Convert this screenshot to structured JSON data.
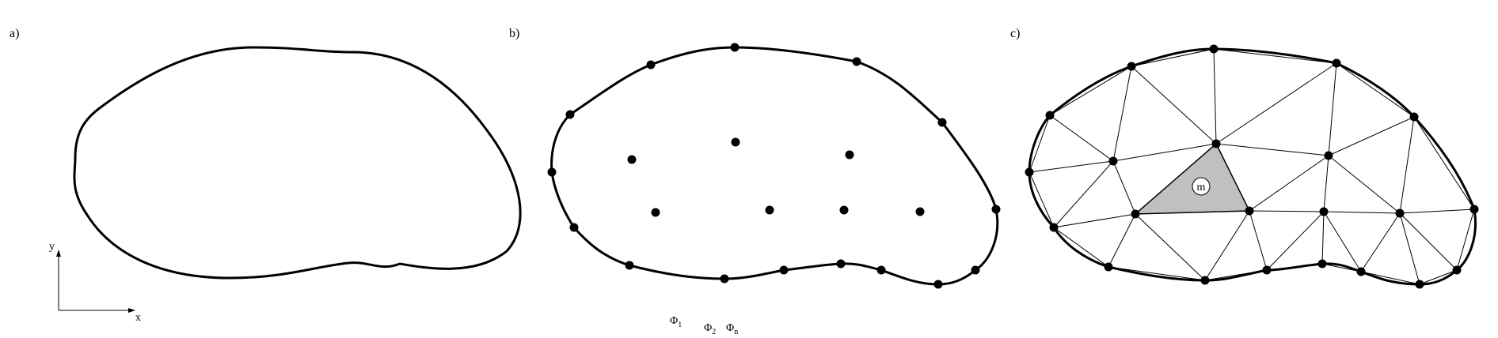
{
  "panels": {
    "a": {
      "label": "a)"
    },
    "b": {
      "label": "b)"
    },
    "c": {
      "label": "c)"
    }
  },
  "axes": {
    "x_label": "x",
    "y_label": "y"
  },
  "element_label": "m",
  "shape_functions": {
    "phi1": {
      "base": "Φ",
      "sub": "1"
    },
    "phi2": {
      "base": "Φ",
      "sub": "2"
    },
    "phin": {
      "base": "Φ",
      "sub": "n"
    }
  },
  "colors": {
    "stroke": "#000000",
    "element_fill": "#c0c0c0",
    "background": "#ffffff"
  }
}
